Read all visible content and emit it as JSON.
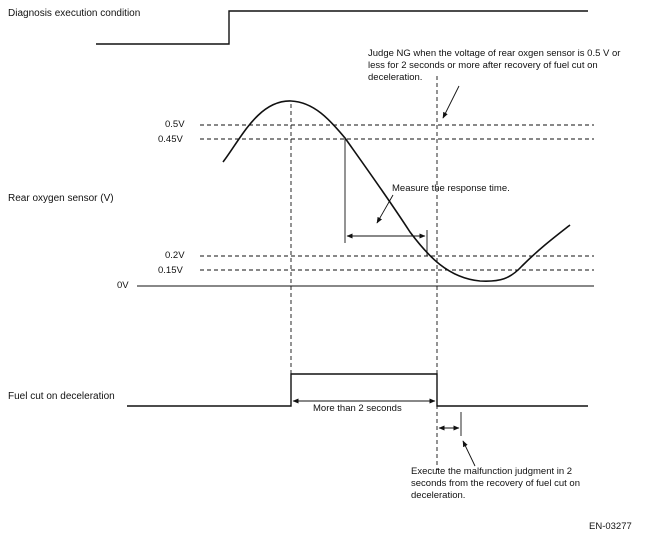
{
  "signals": {
    "diagnosis_label": "Diagnosis execution condition",
    "sensor_label": "Rear oxygen sensor (V)",
    "fuel_cut_label": "Fuel cut on deceleration"
  },
  "voltage_levels": [
    "0.5V",
    "0.45V",
    "0.2V",
    "0.15V",
    "0V"
  ],
  "annotations": {
    "judge_ng": "Judge NG when the voltage of rear oxgen sensor is 0.5 V or less for 2 seconds or more after recovery of fuel cut on deceleration.",
    "measure": "Measure the response time.",
    "more_than": "More than 2 seconds",
    "execute": "Execute the malfunction judgment in 2 seconds from the recovery of fuel cut on deceleration."
  },
  "figure_code": "EN-03277"
}
